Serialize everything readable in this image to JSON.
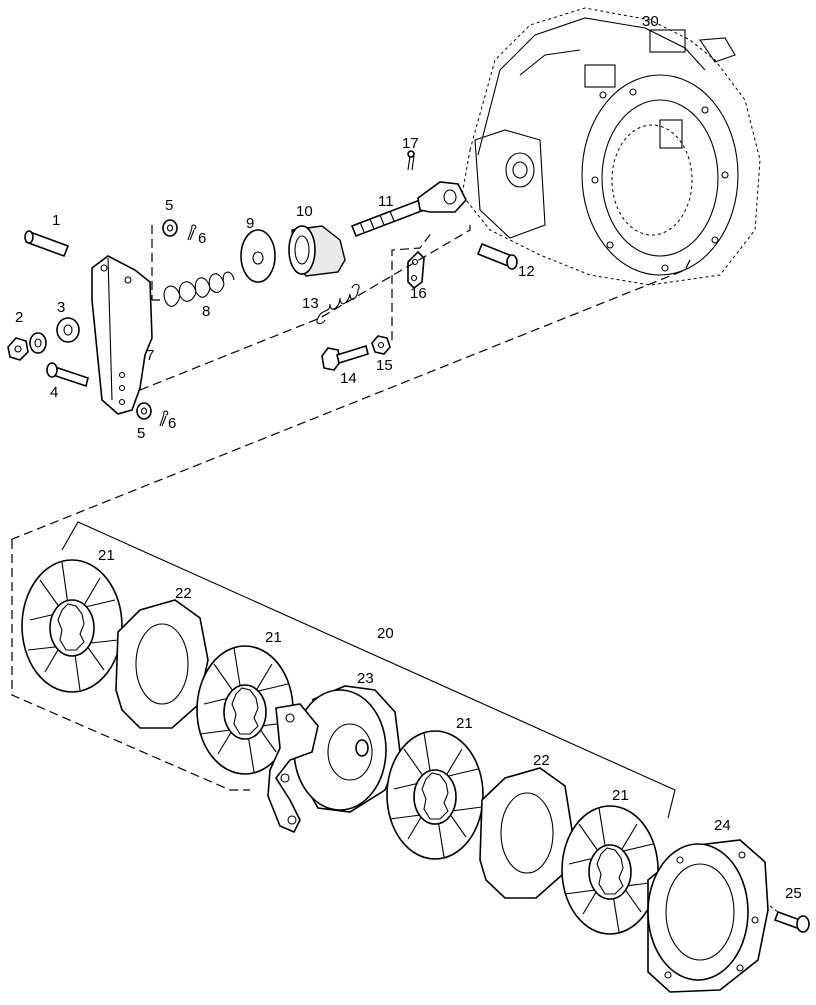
{
  "callouts": {
    "c1": "1",
    "c2": "2",
    "c3": "3",
    "c4": "4",
    "c5a": "5",
    "c5b": "5",
    "c6a": "6",
    "c6b": "6",
    "c7": "7",
    "c8": "8",
    "c9": "9",
    "c10": "10",
    "c11": "11",
    "c12": "12",
    "c13": "13",
    "c14": "14",
    "c15": "15",
    "c16": "16",
    "c17": "17",
    "c20": "20",
    "c21a": "21",
    "c21b": "21",
    "c21c": "21",
    "c21d": "21",
    "c22a": "22",
    "c22b": "22",
    "c23": "23",
    "c24": "24",
    "c25": "25",
    "c30": "30"
  }
}
